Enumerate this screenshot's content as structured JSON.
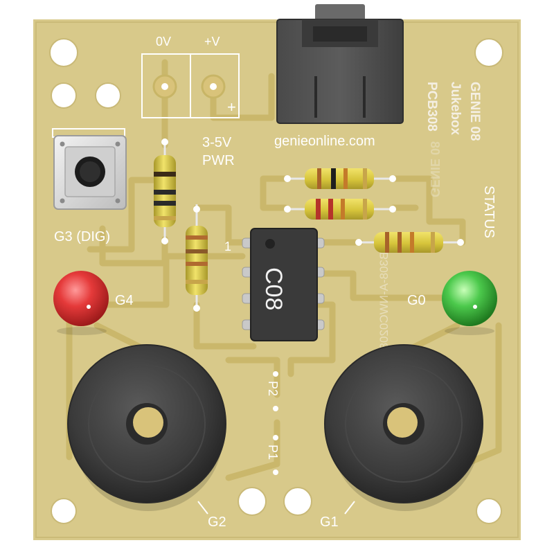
{
  "board": {
    "brand_line": "GENIE 08",
    "product_line": "Jukebox",
    "pcb_line": "PCB308",
    "mirrored_text": "GENIE 08",
    "website": "genieonline.com",
    "colors": {
      "board": "#d8c98a",
      "trace": "#cdbb6e",
      "silk": "#ffffff",
      "chip": "#3a3a3a",
      "led_red": "#e53a3a",
      "led_green": "#4cc94c",
      "buzzer": "#3b3b3b",
      "pad": "#d9c37a"
    }
  },
  "power": {
    "minus_label": "0V",
    "plus_label": "+V",
    "plus_sign": "+",
    "voltage_label": "3-5V",
    "pwr_label": "PWR"
  },
  "labels": {
    "g3": "G3 (DIG)",
    "g4": "G4",
    "g0": "G0",
    "g2": "G2",
    "g1": "G1",
    "status": "STATUS",
    "p2": "P2",
    "p1": "P1",
    "pin1": "1",
    "mirrored_code": "PCB308-A-NWC0208"
  },
  "chip": {
    "marking": "C08"
  },
  "icons": {
    "mount_hole": "mount-hole-icon",
    "pushbutton": "pushbutton-icon",
    "audio_jack": "audio-jack-icon",
    "resistor": "resistor-icon",
    "ic": "ic-chip-icon",
    "led": "led-icon",
    "buzzer": "piezo-buzzer-icon"
  }
}
